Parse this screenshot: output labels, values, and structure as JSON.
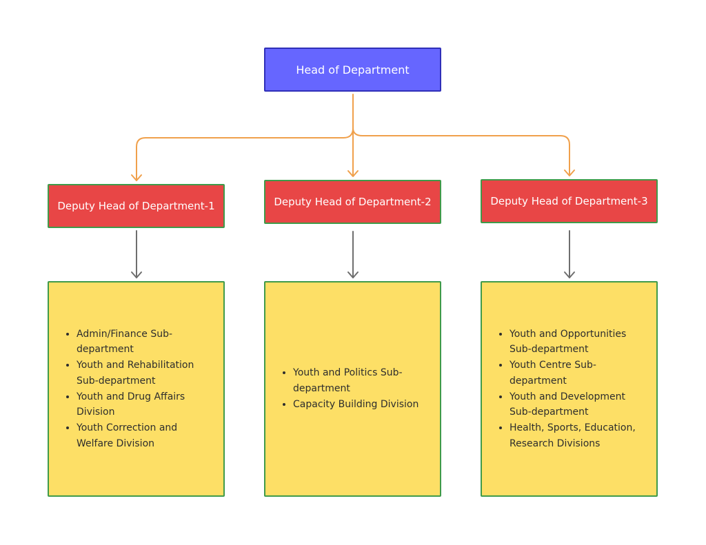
{
  "head": {
    "label": "Head of Department"
  },
  "deputies": [
    {
      "label": "Deputy Head of Department-1",
      "units": [
        "Admin/Finance Sub-department",
        "Youth and Rehabilitation Sub-department",
        "Youth and Drug Affairs Division",
        "Youth Correction and Welfare Division"
      ]
    },
    {
      "label": "Deputy Head of Department-2",
      "units": [
        "Youth and Politics Sub-department",
        "Capacity Building Division"
      ]
    },
    {
      "label": "Deputy Head of Department-3",
      "units": [
        "Youth and Opportunities Sub-department",
        "Youth Centre Sub-department",
        "Youth and Development Sub-department",
        "Health, Sports, Education, Research Divisions"
      ]
    }
  ],
  "colors": {
    "head_fill": "#6666ff",
    "deputy_fill": "#e84646",
    "unit_fill": "#fddf66",
    "border_green": "#3f9a4a",
    "connector_orange": "#f0a04b",
    "connector_gray": "#6e6e6e"
  }
}
